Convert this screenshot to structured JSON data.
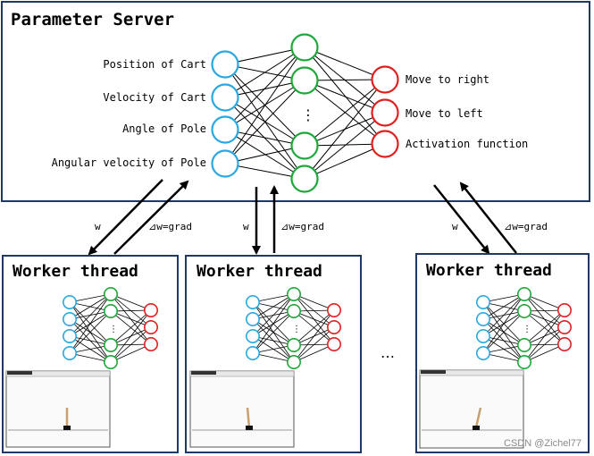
{
  "parameter_server": {
    "title": "Parameter Server",
    "inputs": [
      "Position of Cart",
      "Velocity of Cart",
      "Angle of Pole",
      "Angular velocity of Pole"
    ],
    "outputs": [
      "Move to right",
      "Move to left",
      "Activation function"
    ],
    "hidden_ellipsis": "⋮"
  },
  "workers": [
    {
      "title": "Worker thread",
      "w_label": "w",
      "grad_label": "⊿w=grad"
    },
    {
      "title": "Worker thread",
      "w_label": "w",
      "grad_label": "⊿w=grad"
    },
    {
      "title": "Worker thread",
      "w_label": "w",
      "grad_label": "⊿w=grad"
    }
  ],
  "between_workers_ellipsis": "…",
  "watermark": "CSDN @Zichel77",
  "colors": {
    "input_node": "#29a8e0",
    "hidden_node": "#1fa83a",
    "output_node": "#e02020",
    "box_border": "#1f3864",
    "arrow": "#000000",
    "pole": "#c8a070"
  }
}
